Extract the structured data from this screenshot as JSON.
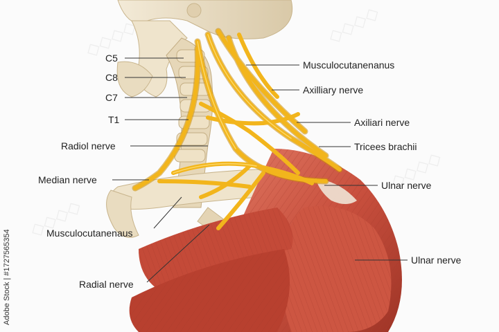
{
  "labels": {
    "c5": "C5",
    "c8": "C8",
    "c7": "C7",
    "t1": "T1",
    "radiol_nerve": "Radiol nerve",
    "median_nerve": "Median nerve",
    "musculocutanenaus": "Musculocutanenaus",
    "radial_nerve": "Radial nerve",
    "musculocutanenanus": "Musculocutanenanus",
    "axilliary_nerve": "Axilliary nerve",
    "axiliari_nerve": "Axiliari nerve",
    "tricees_brachii": "Tricees brachii",
    "ulnar_nerve_upper": "Ulnar nerve",
    "ulnar_nerve_lower": "Ulnar nerve"
  },
  "credit": "Adobe Stock | #1727565354",
  "colors": {
    "bone": "#eee3cc",
    "bone_shade": "#d6c6a4",
    "nerve": "#f2b51c",
    "nerve_dark": "#c98e0a",
    "muscle": "#c9503e",
    "muscle_dark": "#9e3426",
    "muscle_light": "#e07a64",
    "tendon": "#efe4d6",
    "leader": "#333333"
  }
}
